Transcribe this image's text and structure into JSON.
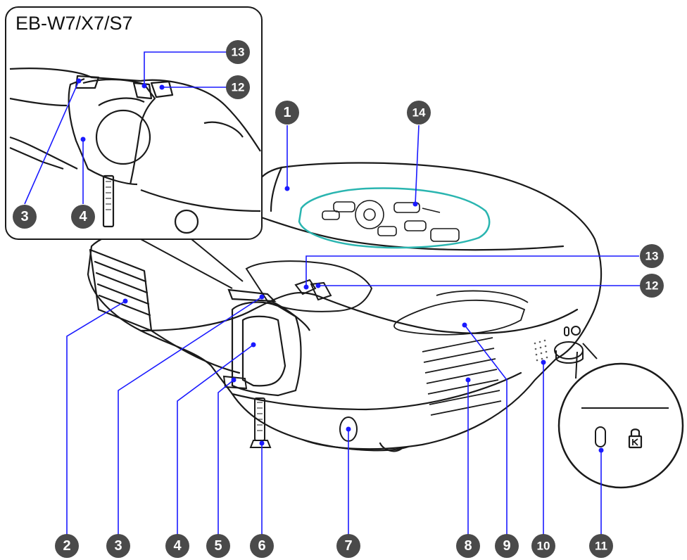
{
  "inset": {
    "title": "EB-W7/X7/S7"
  },
  "callouts": [
    {
      "id": "c1",
      "label": "1"
    },
    {
      "id": "c2",
      "label": "2"
    },
    {
      "id": "c3",
      "label": "3"
    },
    {
      "id": "c3i",
      "label": "3"
    },
    {
      "id": "c4",
      "label": "4"
    },
    {
      "id": "c4i",
      "label": "4"
    },
    {
      "id": "c5",
      "label": "5"
    },
    {
      "id": "c6",
      "label": "6"
    },
    {
      "id": "c7",
      "label": "7"
    },
    {
      "id": "c8",
      "label": "8"
    },
    {
      "id": "c9",
      "label": "9"
    },
    {
      "id": "c10",
      "label": "10"
    },
    {
      "id": "c11",
      "label": "11"
    },
    {
      "id": "c12",
      "label": "12"
    },
    {
      "id": "c12i",
      "label": "12"
    },
    {
      "id": "c13",
      "label": "13"
    },
    {
      "id": "c13i",
      "label": "13"
    },
    {
      "id": "c14",
      "label": "14"
    }
  ],
  "colors": {
    "callout_fill": "#4a4a4a",
    "leader": "#1a1aff",
    "control_panel": "#2ab5b0",
    "outline": "#1a1a1a"
  }
}
